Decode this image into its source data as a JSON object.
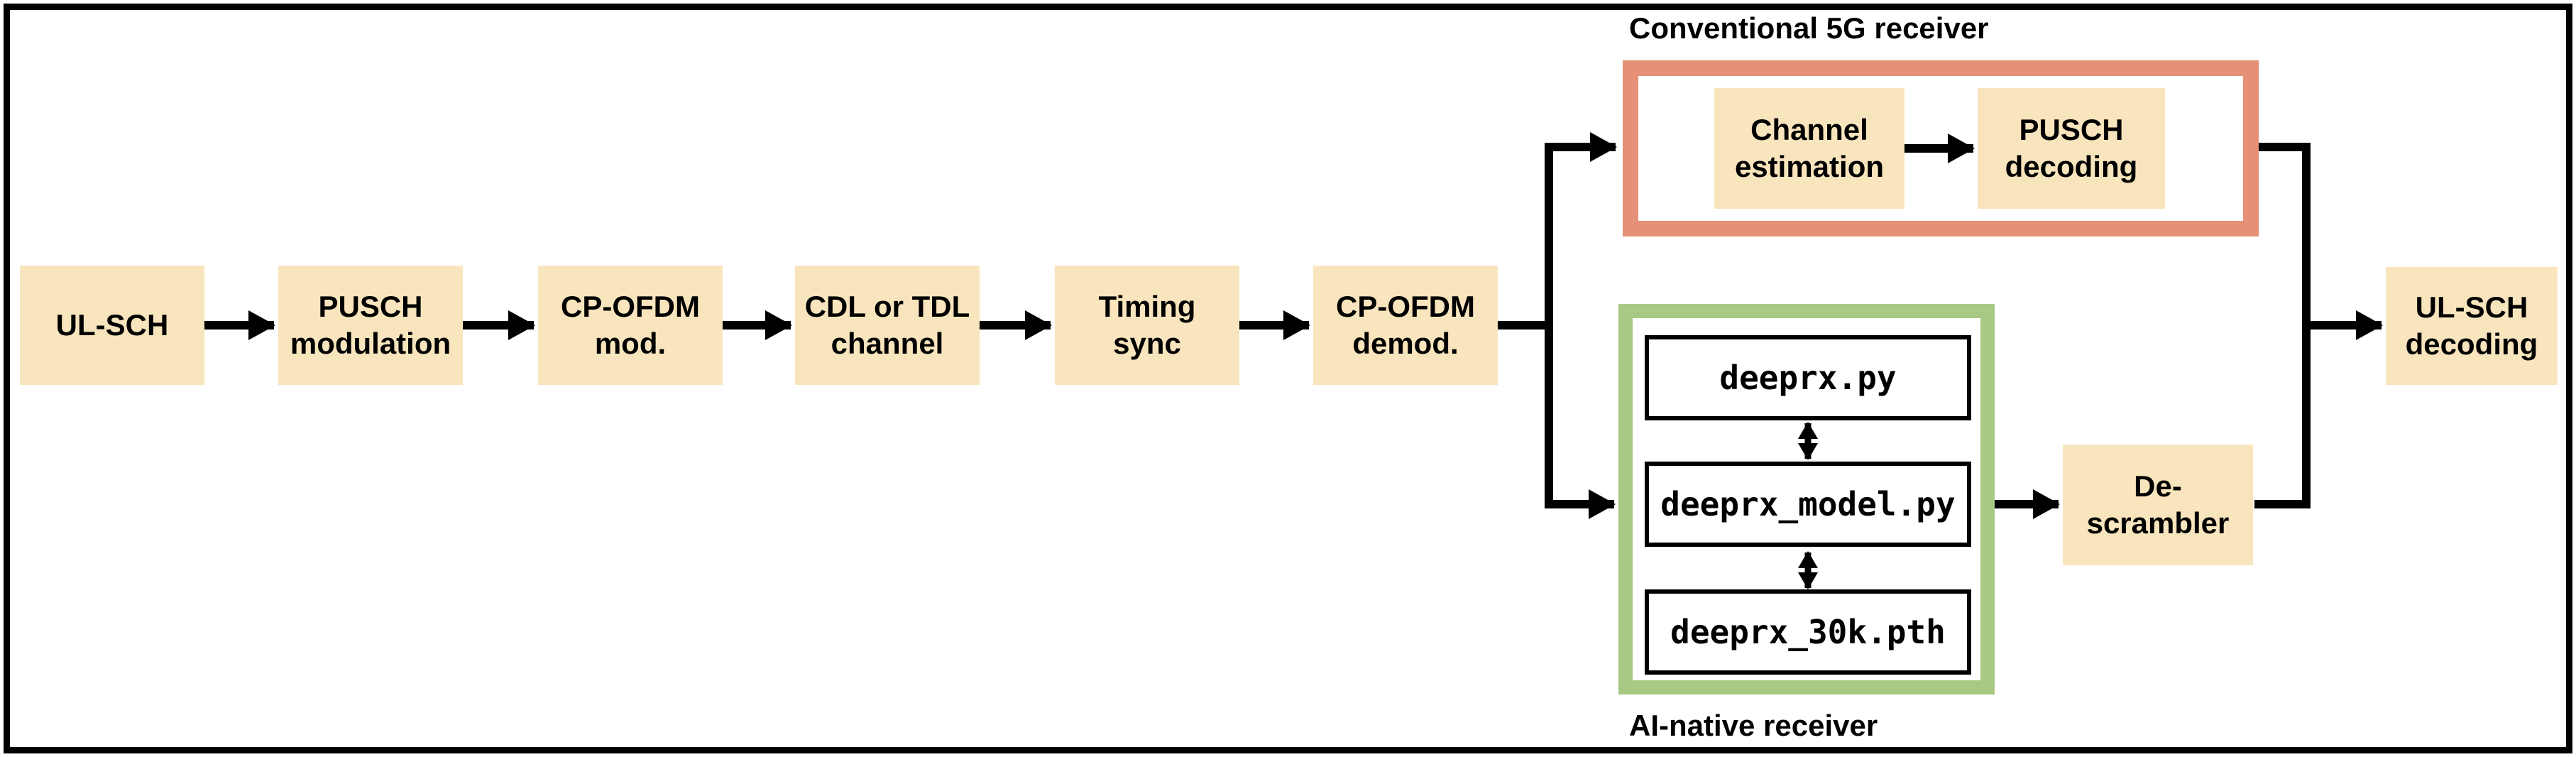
{
  "diagram": {
    "colors": {
      "block_fill": "#F8E5BD",
      "conventional_border": "#E69077",
      "ai_border": "#A8C984",
      "line": "#000000",
      "background": "#FFFFFF"
    },
    "groups": {
      "conventional": {
        "label": "Conventional 5G receiver"
      },
      "ai": {
        "label": "AI-native receiver"
      }
    },
    "blocks": {
      "ulsch": {
        "line1": "UL-SCH"
      },
      "pusch_mod": {
        "line1": "PUSCH",
        "line2": "modulation"
      },
      "cpofdm_mod": {
        "line1": "CP-OFDM",
        "line2": "mod."
      },
      "cdl_tdl": {
        "line1": "CDL or TDL",
        "line2": "channel"
      },
      "timing": {
        "line1": "Timing",
        "line2": "sync"
      },
      "cpofdm_demod": {
        "line1": "CP-OFDM",
        "line2": "demod."
      },
      "chan_est": {
        "line1": "Channel",
        "line2": "estimation"
      },
      "pusch_dec": {
        "line1": "PUSCH",
        "line2": "decoding"
      },
      "descrambler": {
        "line1": "De-",
        "line2": "scrambler"
      },
      "ulsch_dec": {
        "line1": "UL-SCH",
        "line2": "decoding"
      }
    },
    "files": {
      "deeprx_py": "deeprx.py",
      "deeprx_model_py": "deeprx_model.py",
      "deeprx_30k_pth": "deeprx_30k.pth"
    }
  }
}
